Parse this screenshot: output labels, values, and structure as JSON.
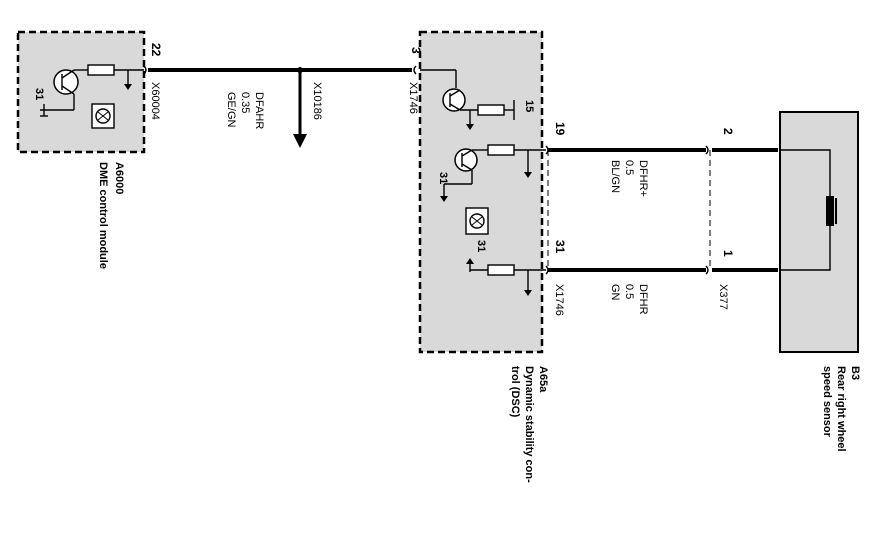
{
  "components": {
    "dme": {
      "id": "A6000",
      "name": "DME control module",
      "connector": "X60004",
      "pin": "22",
      "ground": "31"
    },
    "dsc": {
      "id": "A65a",
      "name": "Dynamic stability control (DSC)",
      "name_line1": "Dynamic stability con-",
      "name_line2": "trol (DSC)",
      "connector_top": "X1746",
      "pin_top": "3",
      "pin_15": "15",
      "pin_19": "19",
      "pin_31": "31",
      "connector_bottom": "X1746",
      "ground_a": "31",
      "ground_b": "31"
    },
    "sensor": {
      "id": "B3",
      "name": "Rear right wheel speed sensor",
      "name_line1": "Rear right wheel",
      "name_line2": "speed sensor",
      "connector": "X377",
      "pin_2": "2",
      "pin_1": "1"
    }
  },
  "wires": {
    "top": {
      "signal": "DFAHR",
      "gauge": "0.35",
      "color": "GE/GN",
      "splice": "X10186"
    },
    "upper": {
      "signal": "DFHR+",
      "gauge": "0.5",
      "color": "BL/GN"
    },
    "lower": {
      "signal": "DFHR",
      "gauge": "0.5",
      "color": "GN"
    }
  }
}
